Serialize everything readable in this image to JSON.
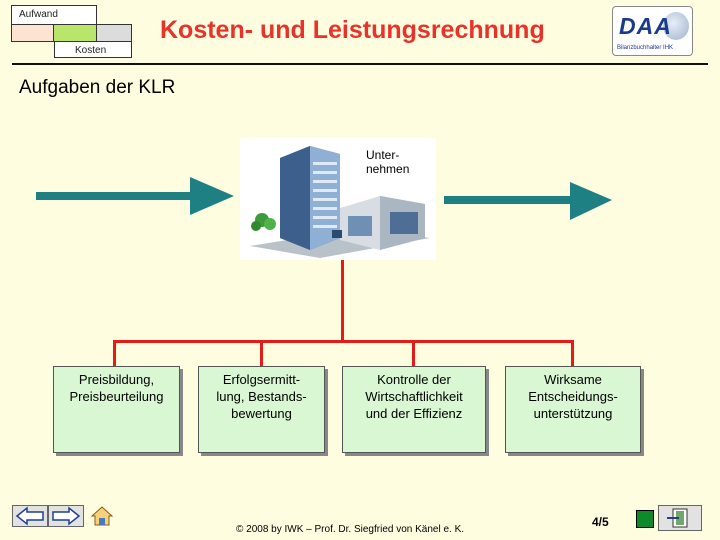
{
  "diagram": {
    "aufwand_label": "Aufwand",
    "kosten_label": "Kosten"
  },
  "header": {
    "title": "Kosten- und Leistungsrechnung",
    "logo_text": "DAA",
    "logo_sub": "Bilanzbuchhalter IHK"
  },
  "subtitle": "Aufgaben der KLR",
  "center": {
    "label": "Unter-\nnehmen"
  },
  "cards": [
    {
      "label": "Preisbildung,\nPreisbeurteilung"
    },
    {
      "label": "Erfolgsermitt-\nlung, Bestands-\nbewertung"
    },
    {
      "label": "Kontrolle der\nWirtschaftlichkeit\nund der Effizienz"
    },
    {
      "label": "Wirksame\nEntscheidungs-\nunterstützung"
    }
  ],
  "footer": {
    "copyright": "© 2008 by IWK – Prof. Dr. Siegfried von Känel e. K.",
    "page": "4/5"
  },
  "colors": {
    "title": "#e8322a",
    "arrow": "#1f8083",
    "tree": "#e51b17",
    "card_bg": "#d9f7d3",
    "background": "#fffde0"
  },
  "icons": {
    "prev": "arrow-left-icon",
    "next": "arrow-right-icon",
    "home": "home-icon",
    "exit": "exit-icon"
  }
}
